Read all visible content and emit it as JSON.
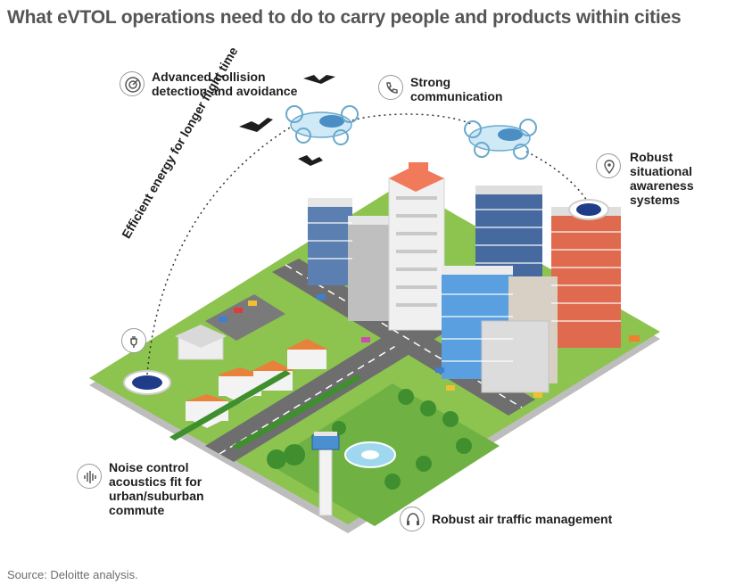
{
  "title": "What eVTOL operations need to do to carry people and products within cities",
  "source": "Source: Deloitte analysis.",
  "arc_label": "Efficient energy for longer flight time",
  "features": [
    {
      "icon": "radar-icon",
      "lines": [
        "Advanced collision",
        "detection and avoidance"
      ]
    },
    {
      "icon": "phone-icon",
      "lines": [
        "Strong",
        "communication"
      ]
    },
    {
      "icon": "location-pin-icon",
      "lines": [
        "Robust",
        "situational",
        "awareness",
        "systems"
      ]
    },
    {
      "icon": "sound-wave-icon",
      "lines": [
        "Noise control",
        "acoustics fit for",
        "urban/suburban",
        "commute"
      ]
    },
    {
      "icon": "headset-icon",
      "lines": [
        "Robust air traffic management"
      ]
    },
    {
      "icon": "plug-icon",
      "lines": []
    }
  ],
  "colors": {
    "grass": "#86bd4a",
    "road": "#6e6e6e",
    "building_blue": "#5a7fb0",
    "building_red": "#e06a4e",
    "roof_orange": "#e8823a",
    "vertiport_blue": "#1f3c88"
  }
}
